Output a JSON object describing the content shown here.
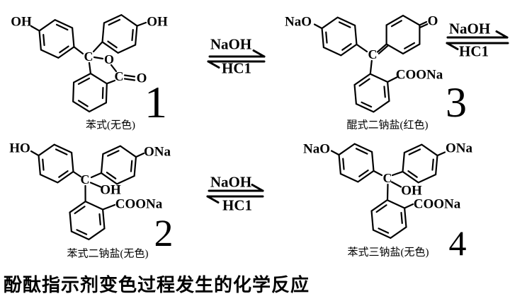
{
  "colors": {
    "ink": "#000000",
    "paper": "#ffffff"
  },
  "figure_title": "酚酞指示剂变色过程发生的化学反应",
  "reaction_arrows": [
    {
      "forward": "NaOH",
      "reverse": "HC1"
    },
    {
      "forward": "NaOH",
      "reverse": "HC1"
    },
    {
      "forward": "NaOH",
      "reverse": "HC1"
    }
  ],
  "structures": {
    "s1": {
      "number": "1",
      "caption": "苯式(无色)",
      "atoms": {
        "oh_left": "OH",
        "oh_right": "OH",
        "central_c": "C",
        "lactone_o": "O",
        "carbonyl_c": "C",
        "carbonyl_o": "O"
      }
    },
    "s3": {
      "number": "3",
      "caption": "醌式二钠盐(红色)",
      "atoms": {
        "nao": "NaO",
        "central_c": "C",
        "quinone_o": "O",
        "coona": "COONa"
      }
    },
    "s2": {
      "number": "2",
      "caption": "苯式二钠盐(无色)",
      "atoms": {
        "ho": "HO",
        "ona": "ONa",
        "central_c": "C",
        "hydroxyl": "OH",
        "coona": "COONa"
      }
    },
    "s4": {
      "number": "4",
      "caption": "苯式三钠盐(无色)",
      "atoms": {
        "nao": "NaO",
        "ona": "ONa",
        "central_c": "C",
        "hydroxyl": "OH",
        "coona": "COONa"
      }
    }
  }
}
